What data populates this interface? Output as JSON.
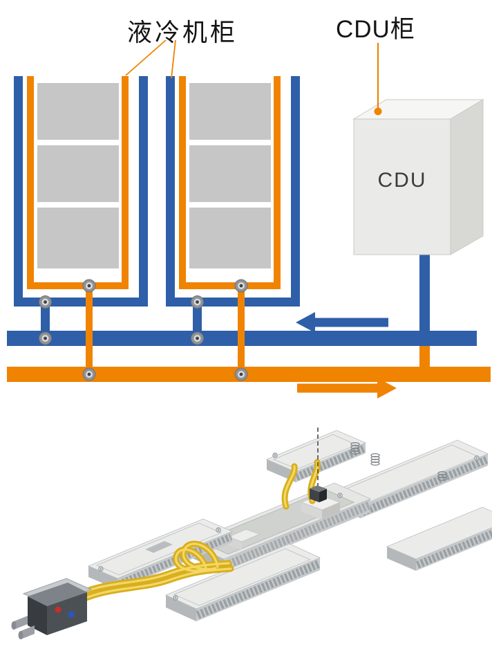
{
  "labels": {
    "liquid_cooling_cabinet": "液冷机柜",
    "cdu_cabinet": "CDU柜",
    "cdu_box": "CDU"
  },
  "colors": {
    "pipe_blue": "#2e5fa8",
    "pipe_orange": "#f08300",
    "server_gray": "#c6c6c6",
    "cdu_front": "#eaeae8",
    "cdu_top": "#f6f6f4",
    "cdu_side": "#d8d8d5",
    "tube_yellow": "#d8ae1f"
  }
}
